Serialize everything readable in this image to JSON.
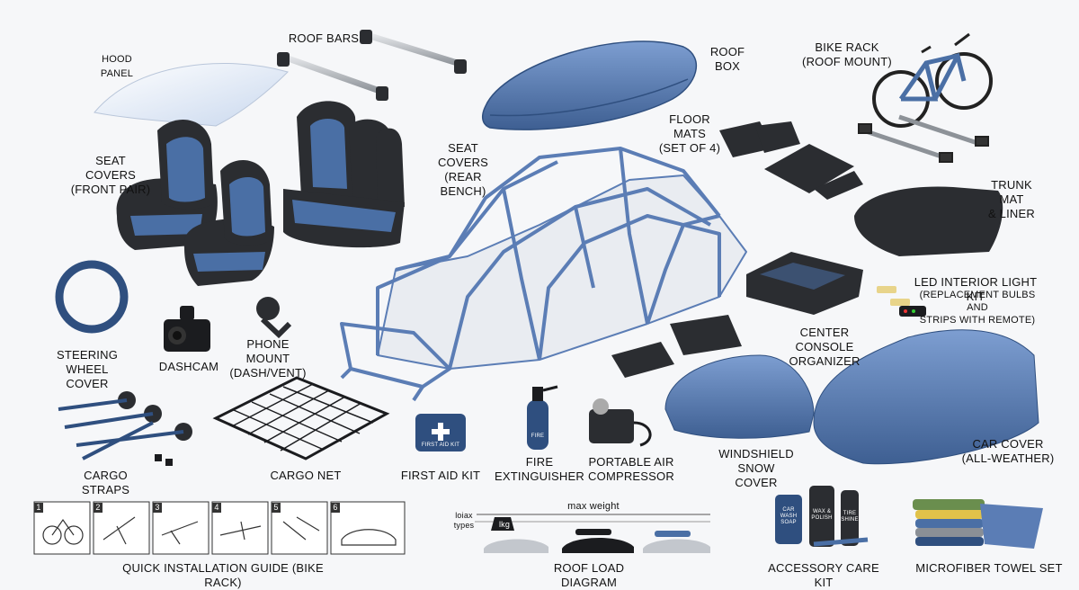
{
  "labels": {
    "hood_panel": "HOOD PANEL",
    "roof_bars": "ROOF BARS",
    "roof_box": "ROOF BOX",
    "bike_rack": "BIKE RACK\n(ROOF MOUNT)",
    "seat_covers_front": "SEAT COVERS\n(FRONT PAIR)",
    "seat_covers_rear": "SEAT COVERS\n(REAR BENCH)",
    "floor_mats": "FLOOR MATS\n(SET OF 4)",
    "trunk_mat": "TRUNK MAT\n& LINER",
    "led_kit": "LED INTERIOR LIGHT KIT",
    "led_kit_sub": "(REPLACEMENT BULBS AND\nSTRIPS WITH REMOTE)",
    "center_console": "CENTER CONSOLE\nORGANIZER",
    "steering_wheel_cover": "STEERING WHEEL\nCOVER",
    "dashcam": "DASHCAM",
    "phone_mount": "PHONE MOUNT\n(DASH/VENT)",
    "windshield_snow_cover": "WINDSHIELD\nSNOW COVER",
    "car_cover": "CAR COVER\n(ALL-WEATHER)",
    "cargo_straps": "CARGO STRAPS",
    "cargo_net": "CARGO NET",
    "first_aid_kit": "FIRST AID KIT",
    "fire_extinguisher": "FIRE\nEXTINGUISHER",
    "portable_air_compressor": "PORTABLE AIR\nCOMPRESSOR",
    "quick_install_guide": "QUICK INSTALLATION GUIDE (BIKE RACK)",
    "roof_load_diagram": "ROOF LOAD DIAGRAM",
    "accessory_care_kit": "ACCESSORY CARE KIT",
    "microfiber_towel_set": "MICROFIBER TOWEL SET"
  },
  "install_steps": [
    "1",
    "2",
    "3",
    "4",
    "5",
    "6"
  ],
  "roof_load": {
    "max_weight": "max weight",
    "legend_line1": "loiax",
    "legend_line2": "types",
    "weight_unit": "lkg"
  },
  "product_text": {
    "first_aid_case": "FIRST AID KIT",
    "fire_ext_tag": "FIRE",
    "car_wash_soap": "CAR\nWASH\nSOAP",
    "wax_polish": "WAX &\nPOLISH",
    "tire_shine": "TIRE\nSHINE"
  },
  "colors": {
    "accent_blue": "#4a6fa5",
    "dark_blue": "#2f4f7f",
    "seat_black": "#2b2d31",
    "frame_blue": "#5b7db5"
  }
}
